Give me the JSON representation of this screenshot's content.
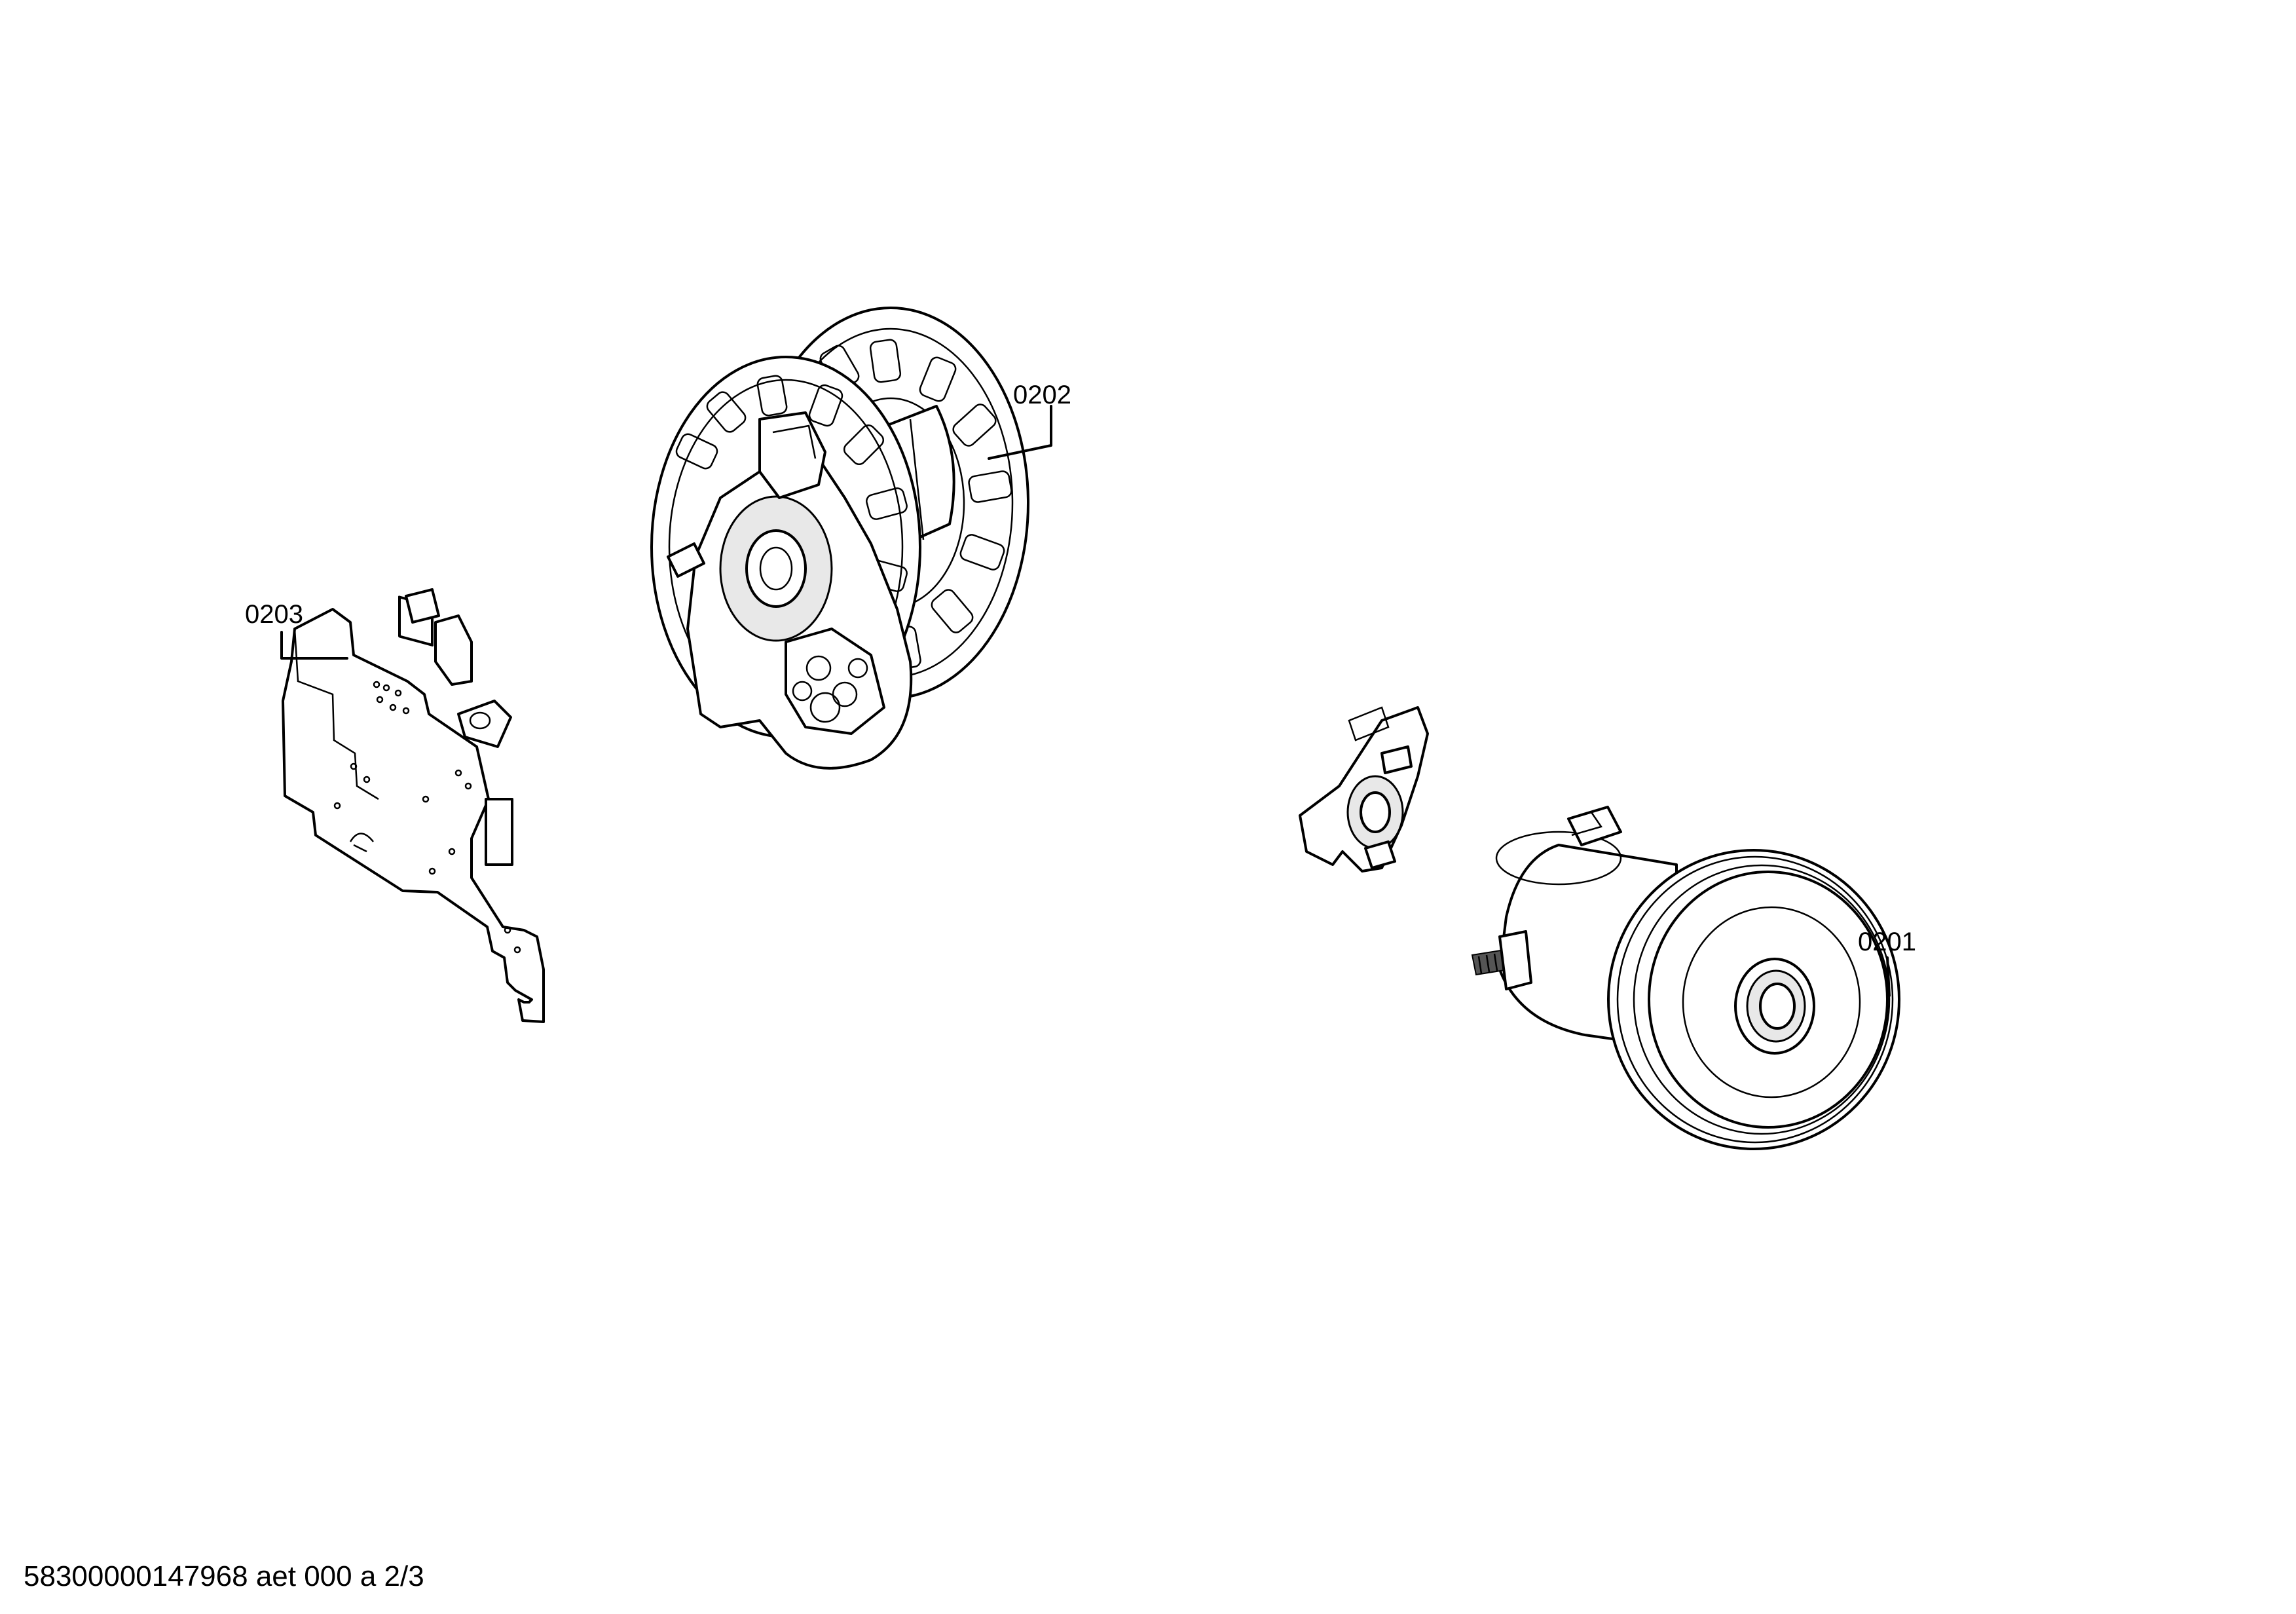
{
  "drawing": {
    "footer_code": "58300000147968 aet 000 a 2/3",
    "callouts": [
      {
        "id": "0201",
        "label": "0201"
      },
      {
        "id": "0202",
        "label": "0202"
      },
      {
        "id": "0203",
        "label": "0203"
      }
    ],
    "parts": [
      {
        "callout": "0201",
        "icon": "motor-icon"
      },
      {
        "callout": "0202",
        "icon": "cable-reel-icon"
      },
      {
        "callout": "0203",
        "icon": "circuit-board-bracket-icon"
      },
      {
        "callout": "",
        "icon": "motor-mount-bracket-icon"
      }
    ]
  }
}
